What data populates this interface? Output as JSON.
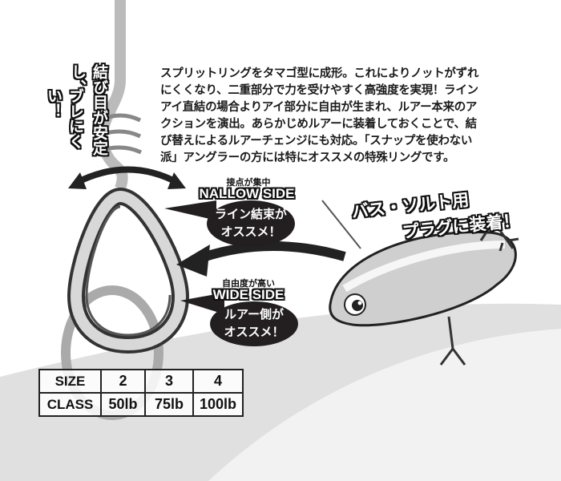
{
  "description": {
    "lines": [
      "スプリットリングをタマゴ型に成形。これによりノットがずれ",
      "にくくなり、二重部分で力を受けやすく高強度を実現！ライン",
      "アイ直結の場合よりアイ部分に自由が生まれ、ルアー本来のア",
      "クションを演出。あらかじめルアーに装着しておくことで、結",
      "び替えによるルアーチェンジにも対応。「スナップを使わない",
      "派」アングラーの方には特にオススメの特殊リングです。"
    ]
  },
  "callout_vertical": {
    "col1": "結び目が安定し、",
    "col2": "ブレにくい！"
  },
  "narrow_side": {
    "caption": "接点が集中",
    "title": "NALLOW SIDE",
    "line1": "ライン結束が",
    "line2": "オススメ！"
  },
  "wide_side": {
    "caption": "自由度が高い",
    "title": "WIDE SIDE",
    "line1": "ルアー側が",
    "line2": "オススメ！"
  },
  "badge": {
    "line1": "バス・ソルト用",
    "line2": "プラグに装着！"
  },
  "spec_table": {
    "rows": [
      {
        "label": "SIZE",
        "values": [
          "2",
          "3",
          "4"
        ]
      },
      {
        "label": "CLASS",
        "values": [
          "50lb",
          "75lb",
          "100lb"
        ]
      }
    ]
  },
  "colors": {
    "bubble": "#231f20",
    "swoosh": "#d9d9d9",
    "line": "#bdbdbd"
  }
}
